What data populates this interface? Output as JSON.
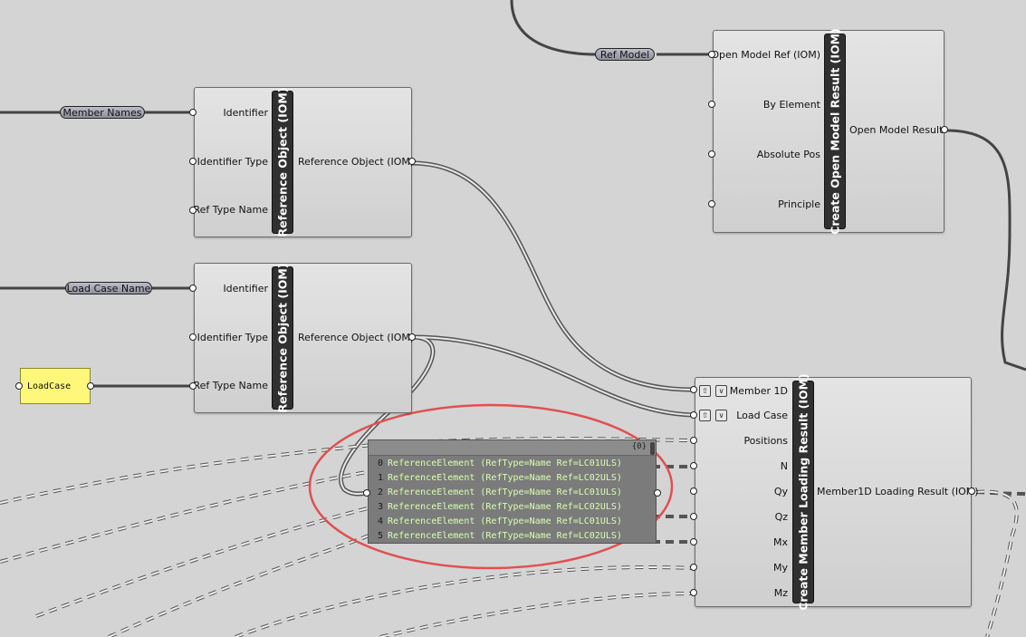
{
  "relays": {
    "member_names": "Member Names",
    "load_case_name": "Load Case Name",
    "ref_model": "Ref Model"
  },
  "yellow_panel": {
    "text": "LoadCase"
  },
  "ref_object_1": {
    "title": "Reference Object (IOM)",
    "inputs": [
      "Identifier",
      "Identifier Type",
      "Ref Type Name"
    ],
    "output": "Reference Object (IOM)"
  },
  "ref_object_2": {
    "title": "Reference Object (IOM)",
    "inputs": [
      "Identifier",
      "Identifier Type",
      "Ref Type Name"
    ],
    "output": "Reference Object (IOM)"
  },
  "open_model": {
    "title": "Create Open Model Result (IOM)",
    "inputs": [
      "Open Model Ref (IOM)",
      "By Element",
      "Absolute Pos",
      "Principle"
    ],
    "output": "Open Model Result"
  },
  "member_loading": {
    "title": "Create Member Loading Result (IOM)",
    "inputs": [
      "Member 1D",
      "Load Case",
      "Positions",
      "N",
      "Qy",
      "Qz",
      "Mx",
      "My",
      "Mz"
    ],
    "output": "Member1D Loading Result (IOM)"
  },
  "data_panel": {
    "path": "{0}",
    "rows": [
      {
        "idx": "0",
        "text": "ReferenceElement (RefType=Name Ref=LC01ULS)"
      },
      {
        "idx": "1",
        "text": "ReferenceElement (RefType=Name Ref=LC02ULS)"
      },
      {
        "idx": "2",
        "text": "ReferenceElement (RefType=Name Ref=LC01ULS)"
      },
      {
        "idx": "3",
        "text": "ReferenceElement (RefType=Name Ref=LC02ULS)"
      },
      {
        "idx": "4",
        "text": "ReferenceElement (RefType=Name Ref=LC01ULS)"
      },
      {
        "idx": "5",
        "text": "ReferenceElement (RefType=Name Ref=LC02ULS)"
      }
    ]
  },
  "colors": {
    "canvas": "#d4d4d4",
    "highlight_ellipse": "#e05050",
    "panel_yellow": "#fff77a"
  }
}
